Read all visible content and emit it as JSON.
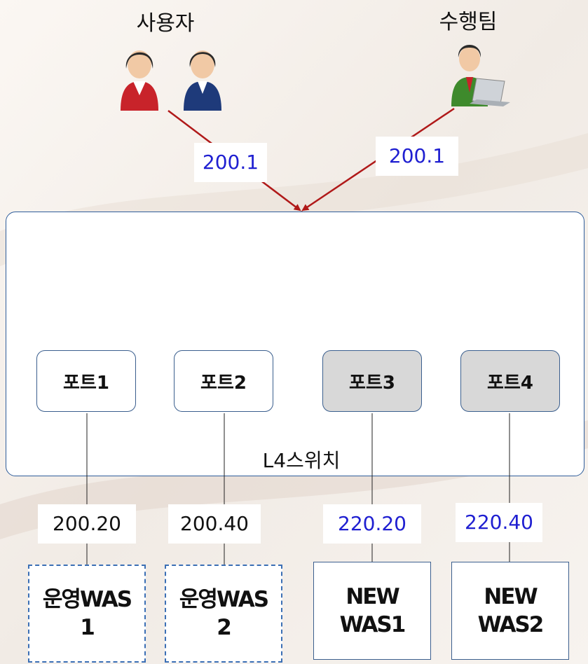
{
  "actors": {
    "users_label": "사용자",
    "team_label": "수행팀"
  },
  "links": {
    "users_ip": "200.1",
    "team_ip": "200.1"
  },
  "switch": {
    "label": "L4스위치",
    "ports": [
      "포트1",
      "포트2",
      "포트3",
      "포트4"
    ]
  },
  "backend_ips": [
    "200.20",
    "200.40",
    "220.20",
    "220.40"
  ],
  "servers": [
    {
      "line1": "운영WAS",
      "line2": "1"
    },
    {
      "line1": "운영WAS",
      "line2": "2"
    },
    {
      "line1": "NEW",
      "line2": "WAS1"
    },
    {
      "line1": "NEW",
      "line2": "WAS2"
    }
  ],
  "colors": {
    "active_arrow": "#b01919",
    "inactive_arrow": "#9a9a9a",
    "new_ip_text": "#1f1fd1",
    "border": "#2f5d9b"
  },
  "icons": [
    "user-female-icon",
    "user-male-icon",
    "user-laptop-icon"
  ]
}
